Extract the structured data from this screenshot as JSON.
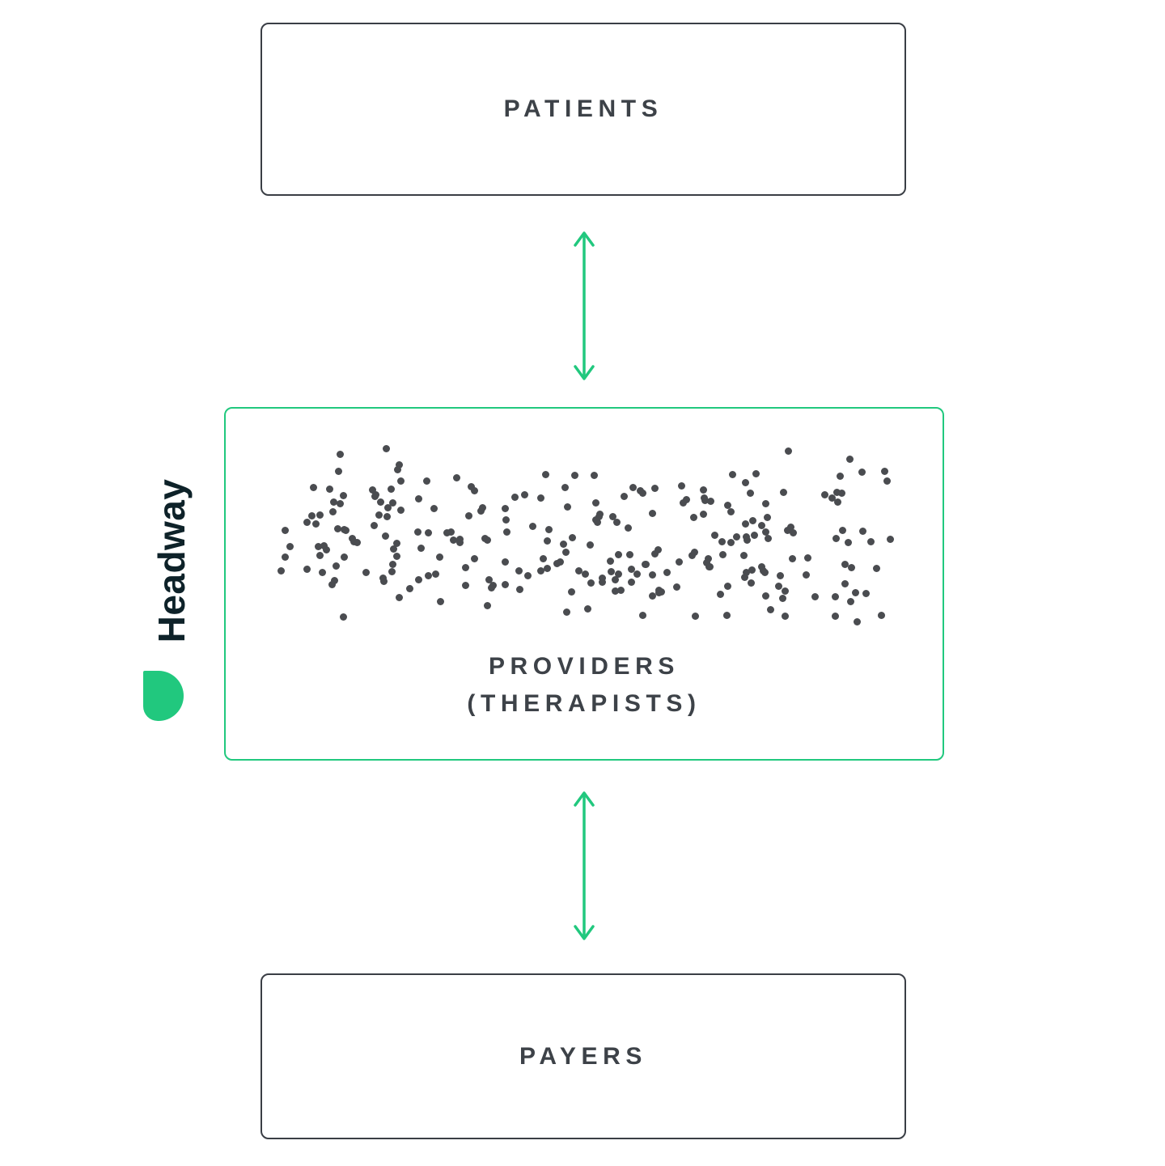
{
  "brand": {
    "name": "Headway"
  },
  "boxes": {
    "patients": "PATIENTS",
    "providers_line1": "PROVIDERS",
    "providers_line2": "(THERAPISTS)",
    "payers": "PAYERS"
  },
  "colors": {
    "green": "#21c87e",
    "dark_border": "#3a3e45",
    "text_dark": "#3d4248",
    "dot": "#4a4c50",
    "logo": "#0e2229"
  },
  "dots": {
    "count": 255,
    "seed": 7,
    "size": 9
  }
}
